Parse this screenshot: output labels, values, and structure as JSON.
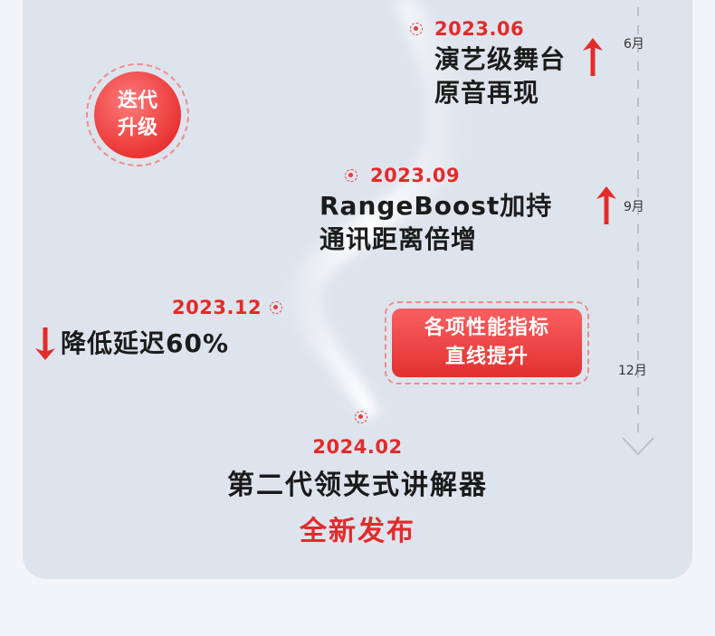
{
  "badges": {
    "circle": [
      "迭代",
      "升级"
    ],
    "rect": [
      "各项性能指标",
      "直线提升"
    ]
  },
  "events": [
    {
      "date": "2023.06",
      "lines": [
        "演艺级舞台",
        "原音再现"
      ],
      "trend": "up",
      "month": "6月"
    },
    {
      "date": "2023.09",
      "lines": [
        "RangeBoost加持",
        "通讯距离倍增"
      ],
      "trend": "up",
      "month": "9月"
    },
    {
      "date": "2023.12",
      "lines": [
        "降低延迟60%"
      ],
      "trend": "down",
      "month": "12月"
    }
  ],
  "final": {
    "date": "2024.02",
    "title": "第二代领夹式讲解器",
    "subtitle": "全新发布"
  },
  "colors": {
    "accent": "#e32b2b",
    "card": "#dee4ed",
    "text": "#1c1c1c"
  },
  "icons": {
    "up": "red-up-arrow-icon",
    "down": "red-down-arrow-icon",
    "timeline_end": "chevron-down-icon"
  }
}
